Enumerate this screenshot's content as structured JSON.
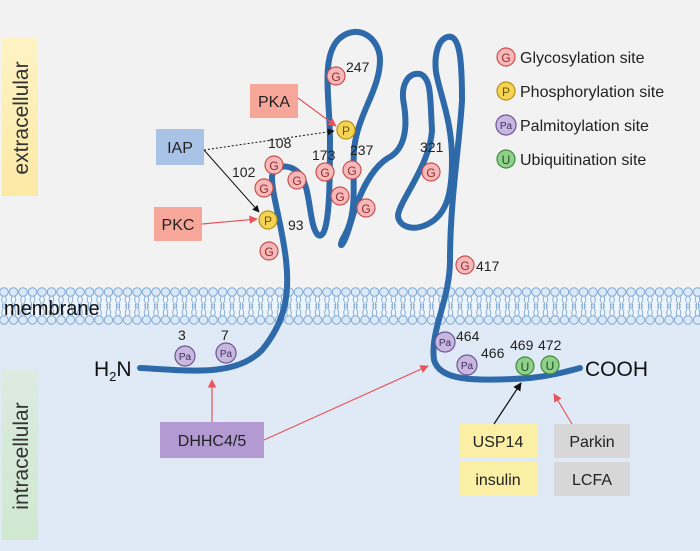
{
  "regions": {
    "extracellular": "extracellular",
    "membrane": "membrane",
    "intracellular": "intracellular"
  },
  "termini": {
    "n_main": "H",
    "n_sub": "2",
    "n_tail": "N",
    "c": "COOH"
  },
  "legend": [
    {
      "symbol": "G",
      "label": "Glycosylation site",
      "type": "glyco"
    },
    {
      "symbol": "P",
      "label": "Phosphorylation site",
      "type": "phospho"
    },
    {
      "symbol": "Pa",
      "label": "Palmitoylation site",
      "type": "palm"
    },
    {
      "symbol": "U",
      "label": "Ubiquitination site",
      "type": "ubiq"
    }
  ],
  "regulators": {
    "pka": "PKA",
    "iap": "IAP",
    "pkc": "PKC",
    "dhhc": "DHHC4/5",
    "usp14": "USP14",
    "insulin": "insulin",
    "parkin": "Parkin",
    "lcfa": "LCFA"
  },
  "site_numbers": {
    "g247": "247",
    "p108": "108",
    "g237": "237",
    "g173": "173",
    "g102": "102",
    "g321": "321",
    "p93": "93",
    "g417": "417",
    "pa3": "3",
    "pa7": "7",
    "pa464": "464",
    "pa466": "466",
    "u469": "469",
    "u472": "472"
  },
  "colors": {
    "protein": "#2e6aaa",
    "glyco_fill": "#f6b8b8",
    "glyco_stroke": "#c94f4f",
    "phospho_fill": "#f5d453",
    "phospho_stroke": "#b68f12",
    "palm_fill": "#c8b7df",
    "palm_stroke": "#6d5595",
    "ubiq_fill": "#8fd08a",
    "ubiq_stroke": "#3f8a3b",
    "membrane": "#a9c8ea"
  }
}
